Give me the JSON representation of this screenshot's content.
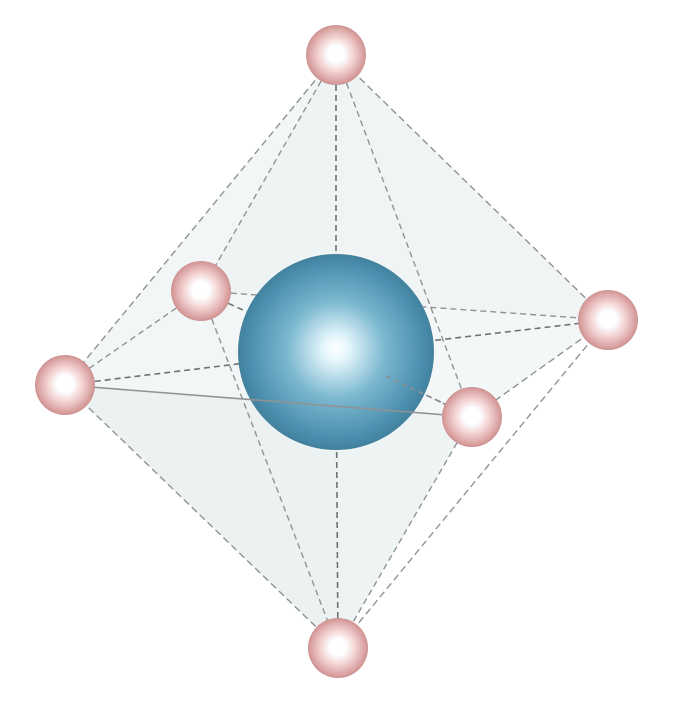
{
  "diagram": {
    "type": "octahedral-coordination",
    "colors": {
      "background": "#ffffff",
      "face_fill": "#e3eaec",
      "edge_line": "#8f9394",
      "bond_line": "#6f7374",
      "central_atom": "#4f95b4",
      "central_atom_highlight": "#ffffff",
      "ligand_atom": "#dba3a3",
      "ligand_atom_highlight": "#ffffff"
    },
    "central_atom": {
      "name": "central-atom",
      "color_key": "central_atom"
    },
    "ligands": [
      {
        "name": "ligand-top"
      },
      {
        "name": "ligand-back-left"
      },
      {
        "name": "ligand-left"
      },
      {
        "name": "ligand-right"
      },
      {
        "name": "ligand-front-right"
      },
      {
        "name": "ligand-bottom"
      }
    ]
  }
}
